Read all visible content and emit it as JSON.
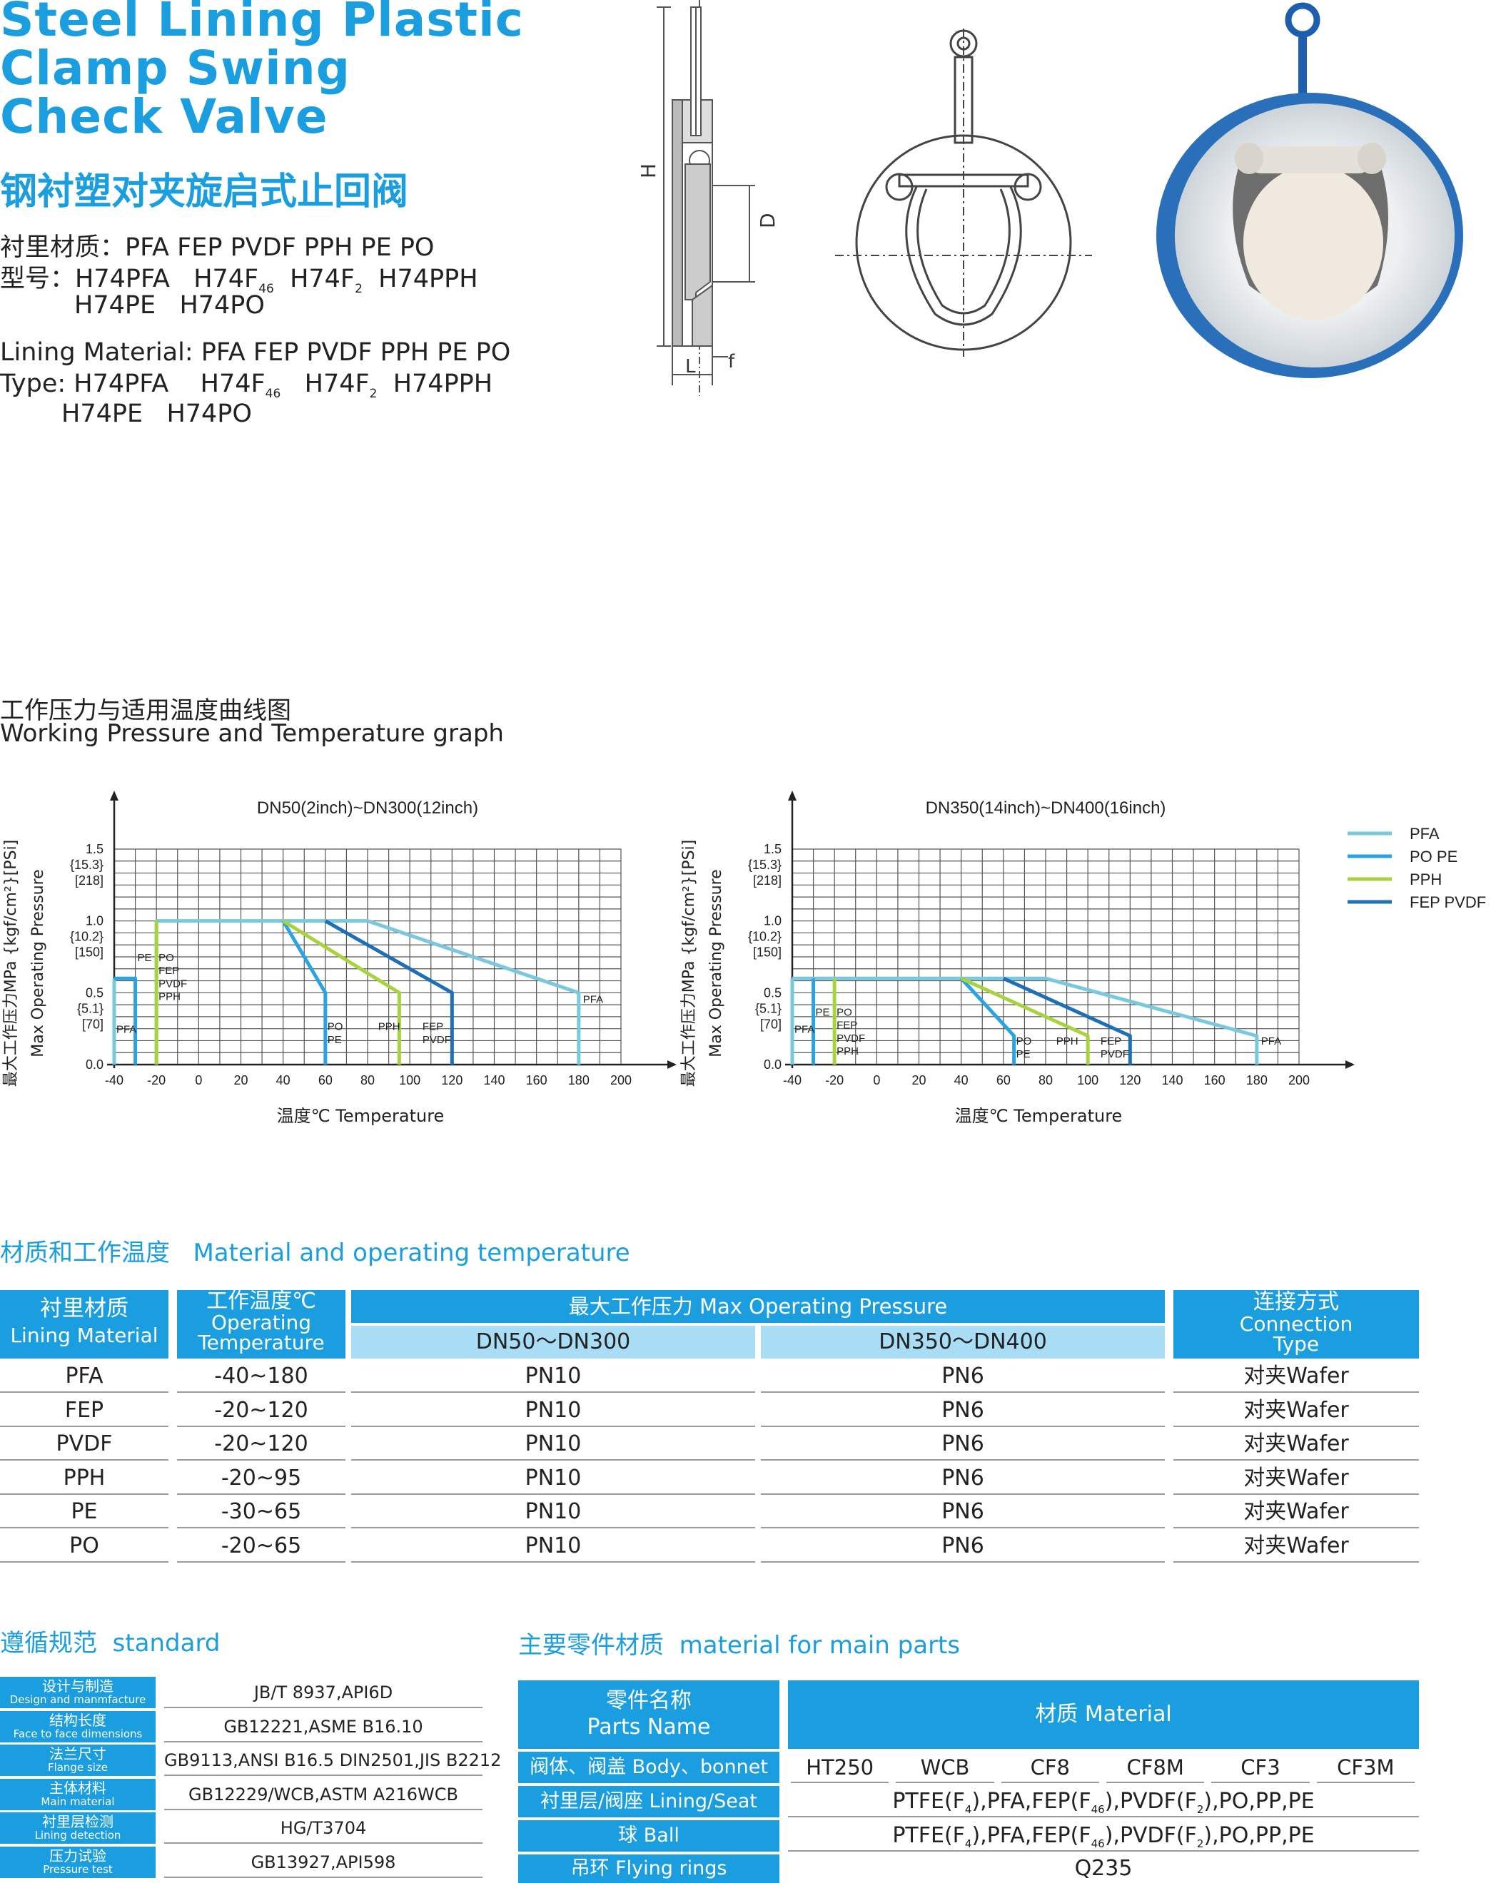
{
  "header": {
    "title_en_1": "Steel Lining Plastic",
    "title_en_2": "Clamp Swing",
    "title_en_3": "Check Valve",
    "title_cn": "钢衬塑对夹旋启式止回阀",
    "spec_cn_1": "衬里材质：PFA FEP PVDF PPH PE PO",
    "spec_cn_2a": "型号：H74PFA   H74F",
    "spec_cn_2_sub1": "46",
    "spec_cn_2b": "  H74F",
    "spec_cn_2_sub2": "2",
    "spec_cn_2c": "  H74PPH",
    "spec_cn_3": "H74PE   H74PO",
    "spec_en_1": "Lining Material: PFA FEP PVDF PPH PE PO",
    "spec_en_2a": "Type: H74PFA    H74F",
    "spec_en_2_sub1": "46",
    "spec_en_2b": "   H74F",
    "spec_en_2_sub2": "2",
    "spec_en_2c": "  H74PPH",
    "spec_en_3": "H74PE   H74PO"
  },
  "drawing": {
    "label_h": "H",
    "label_d": "D",
    "label_l": "L",
    "label_f": "f"
  },
  "graph_caption": {
    "cn": "工作压力与适用温度曲线图",
    "en": "Working Pressure and Temperature graph"
  },
  "chart_data": [
    {
      "type": "line",
      "title": "DN50(2inch)~DN300(12inch)",
      "xlabel": "温度℃  Temperature",
      "ylabel_cn": "最大工作压力MPa {kgf/cm²}[PSi]",
      "ylabel_en": "Max Operating Pressure",
      "x_ticks": [
        "-40",
        "-20",
        "0",
        "20",
        "40",
        "60",
        "80",
        "100",
        "120",
        "140",
        "160",
        "180",
        "200"
      ],
      "y_ticks": [
        {
          "v": "0.0",
          "k": "",
          "p": ""
        },
        {
          "v": "0.5",
          "k": "{5.1}",
          "p": "[70]"
        },
        {
          "v": "1.0",
          "k": "{10.2}",
          "p": "[150]"
        },
        {
          "v": "1.5",
          "k": "{15.3}",
          "p": "[218]"
        }
      ],
      "xlim": [
        -40,
        200
      ],
      "ylim": [
        0,
        1.5
      ],
      "grid": true,
      "series": [
        {
          "name": "PFA",
          "color": "#79c8dc",
          "points": [
            [
              -40,
              0
            ],
            [
              -40,
              0.6
            ],
            [
              -40,
              0.6
            ]
          ],
          "main": [
            [
              -20,
              0
            ],
            [
              -20,
              1.0
            ],
            [
              80,
              1.0
            ],
            [
              180,
              0.5
            ],
            [
              180,
              0
            ]
          ]
        },
        {
          "name": "PO PE",
          "color": "#2aa4e0",
          "points": [
            [
              -30,
              0
            ],
            [
              -30,
              0.6
            ],
            [
              -40,
              0.6
            ]
          ],
          "main": [
            [
              40,
              1.0
            ],
            [
              60,
              0.5
            ],
            [
              60,
              0
            ]
          ]
        },
        {
          "name": "PPH",
          "color": "#a8d340",
          "points": [
            [
              -20,
              0
            ],
            [
              -20,
              1.0
            ]
          ],
          "main": [
            [
              40,
              1.0
            ],
            [
              95,
              0.5
            ],
            [
              95,
              0
            ]
          ]
        },
        {
          "name": "FEP PVDF",
          "color": "#1f6fb6",
          "points": [],
          "main": [
            [
              60,
              1.0
            ],
            [
              120,
              0.5
            ],
            [
              120,
              0
            ]
          ]
        }
      ],
      "labels": [
        {
          "t": "PFA",
          "x": -39,
          "y": 0.22
        },
        {
          "t": "PE",
          "x": -29,
          "y": 0.72
        },
        {
          "t": "PO",
          "x": -19,
          "y": 0.72
        },
        {
          "t": "FEP",
          "x": -19,
          "y": 0.63
        },
        {
          "t": "PVDF",
          "x": -19,
          "y": 0.54
        },
        {
          "t": "PPH",
          "x": -19,
          "y": 0.45
        },
        {
          "t": "PFA",
          "x": 182,
          "y": 0.43
        },
        {
          "t": "PO",
          "x": 61,
          "y": 0.24
        },
        {
          "t": "PE",
          "x": 61,
          "y": 0.15
        },
        {
          "t": "PPH",
          "x": 85,
          "y": 0.24
        },
        {
          "t": "FEP",
          "x": 106,
          "y": 0.24
        },
        {
          "t": "PVDF",
          "x": 106,
          "y": 0.15
        }
      ]
    },
    {
      "type": "line",
      "title": "DN350(14inch)~DN400(16inch)",
      "xlabel": "温度℃  Temperature",
      "ylabel_cn": "最大工作压力MPa {kgf/cm²}[PSi]",
      "ylabel_en": "Max Operating Pressure",
      "x_ticks": [
        "-40",
        "-20",
        "0",
        "20",
        "40",
        "60",
        "80",
        "100",
        "120",
        "140",
        "160",
        "180",
        "200"
      ],
      "y_ticks": [
        {
          "v": "0.0",
          "k": "",
          "p": ""
        },
        {
          "v": "0.5",
          "k": "{5.1}",
          "p": "[70]"
        },
        {
          "v": "1.0",
          "k": "{10.2}",
          "p": "[150]"
        },
        {
          "v": "1.5",
          "k": "{15.3}",
          "p": "[218]"
        }
      ],
      "xlim": [
        -40,
        200
      ],
      "ylim": [
        0,
        1.5
      ],
      "grid": true,
      "series": [
        {
          "name": "PFA",
          "color": "#79c8dc",
          "points": [
            [
              -40,
              0
            ],
            [
              -40,
              0.6
            ]
          ],
          "main": [
            [
              -40,
              0.6
            ],
            [
              80,
              0.6
            ],
            [
              180,
              0.2
            ],
            [
              180,
              0
            ]
          ]
        },
        {
          "name": "PO PE",
          "color": "#2aa4e0",
          "points": [
            [
              -30,
              0
            ],
            [
              -30,
              0.6
            ]
          ],
          "main": [
            [
              40,
              0.6
            ],
            [
              65,
              0.2
            ],
            [
              65,
              0
            ]
          ]
        },
        {
          "name": "PPH",
          "color": "#a8d340",
          "points": [
            [
              -20,
              0
            ],
            [
              -20,
              0.6
            ]
          ],
          "main": [
            [
              40,
              0.6
            ],
            [
              100,
              0.2
            ],
            [
              100,
              0
            ]
          ]
        },
        {
          "name": "FEP PVDF",
          "color": "#1f6fb6",
          "points": [],
          "main": [
            [
              60,
              0.6
            ],
            [
              120,
              0.2
            ],
            [
              120,
              0
            ]
          ]
        }
      ],
      "labels": [
        {
          "t": "PFA",
          "x": -39,
          "y": 0.22
        },
        {
          "t": "PE",
          "x": -29,
          "y": 0.34
        },
        {
          "t": "PO",
          "x": -19,
          "y": 0.34
        },
        {
          "t": "FEP",
          "x": -19,
          "y": 0.25
        },
        {
          "t": "PVDF",
          "x": -19,
          "y": 0.16
        },
        {
          "t": "PPH",
          "x": -19,
          "y": 0.07
        },
        {
          "t": "PFA",
          "x": 182,
          "y": 0.14
        },
        {
          "t": "PO",
          "x": 66,
          "y": 0.14
        },
        {
          "t": "PE",
          "x": 66,
          "y": 0.05
        },
        {
          "t": "PPH",
          "x": 85,
          "y": 0.14
        },
        {
          "t": "FEP",
          "x": 106,
          "y": 0.14
        },
        {
          "t": "PVDF",
          "x": 106,
          "y": 0.05
        }
      ]
    }
  ],
  "legend": [
    {
      "name": "PFA",
      "color": "#79c8dc"
    },
    {
      "name": "PO PE",
      "color": "#2aa4e0"
    },
    {
      "name": "PPH",
      "color": "#a8d340"
    },
    {
      "name": "FEP PVDF",
      "color": "#1f6fb6"
    }
  ],
  "material_section": {
    "caption_cn": "材质和工作温度",
    "caption_en": "Material and operating temperature",
    "h_lining_cn": "衬里材质",
    "h_lining_en": "Lining Material",
    "h_temp_cn": "工作温度℃",
    "h_temp_en1": "Operating",
    "h_temp_en2": "Temperature",
    "h_press": "最大工作压力 Max Operating Pressure",
    "h_dn1": "DN50～DN300",
    "h_dn2": "DN350～DN400",
    "h_conn_cn": "连接方式",
    "h_conn_en1": "Connection",
    "h_conn_en2": "Type",
    "rows": [
      {
        "m": "PFA",
        "t": "-40~180",
        "p1": "PN10",
        "p2": "PN6",
        "c": "对夹Wafer"
      },
      {
        "m": "FEP",
        "t": "-20~120",
        "p1": "PN10",
        "p2": "PN6",
        "c": "对夹Wafer"
      },
      {
        "m": "PVDF",
        "t": "-20~120",
        "p1": "PN10",
        "p2": "PN6",
        "c": "对夹Wafer"
      },
      {
        "m": "PPH",
        "t": "-20~95",
        "p1": "PN10",
        "p2": "PN6",
        "c": "对夹Wafer"
      },
      {
        "m": "PE",
        "t": "-30~65",
        "p1": "PN10",
        "p2": "PN6",
        "c": "对夹Wafer"
      },
      {
        "m": "PO",
        "t": "-20~65",
        "p1": "PN10",
        "p2": "PN6",
        "c": "对夹Wafer"
      }
    ]
  },
  "standard": {
    "caption_cn": "遵循规范",
    "caption_en": "standard",
    "rows": [
      {
        "cn": "设计与制造",
        "en": "Design and manmfacture",
        "v": "JB/T 8937,API6D"
      },
      {
        "cn": "结构长度",
        "en": "Face to face dimensions",
        "v": "GB12221,ASME B16.10"
      },
      {
        "cn": "法兰尺寸",
        "en": "Flange size",
        "v": "GB9113,ANSI B16.5  DIN2501,JIS B2212"
      },
      {
        "cn": "主体材料",
        "en": "Main material",
        "v": "GB12229/WCB,ASTM A216WCB"
      },
      {
        "cn": "衬里层检测",
        "en": "Lining detection",
        "v": "HG/T3704"
      },
      {
        "cn": "压力试验",
        "en": "Pressure test",
        "v": "GB13927,API598"
      }
    ]
  },
  "parts": {
    "caption_cn": "主要零件材质",
    "caption_en": "material for main parts",
    "h_name_cn": "零件名称",
    "h_name_en": "Parts Name",
    "h_material": "材质 Material",
    "body_label": "阀体、阀盖 Body、bonnet",
    "body_values": [
      "HT250",
      "WCB",
      "CF8",
      "CF8M",
      "CF3",
      "CF3M"
    ],
    "lining_label": "衬里层/阀座 Lining/Seat",
    "ball_label": "球 Ball",
    "lining_text_a": "PTFE(F",
    "lining_sub1": "4",
    "lining_text_b": "),PFA,FEP(F",
    "lining_sub2": "46",
    "lining_text_c": "),PVDF(F",
    "lining_sub3": "2",
    "lining_text_d": "),PO,PP,PE",
    "rings_label": "吊环 Flying rings",
    "rings_value": "Q235"
  }
}
